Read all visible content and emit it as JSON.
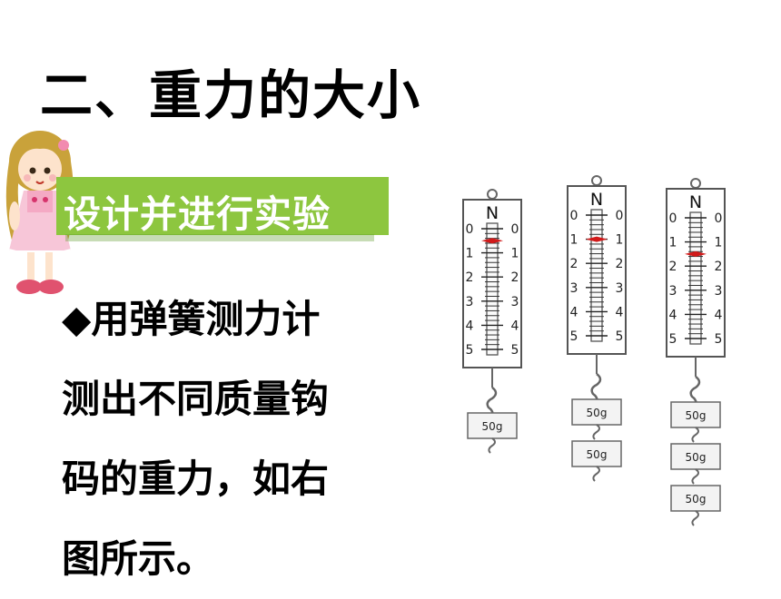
{
  "title": "二、重力的大小",
  "banner": {
    "label": "设计并进行实验"
  },
  "body": {
    "bullet": "◆",
    "lines": [
      "用弹簧测力计",
      "测出不同质量钩",
      "码的重力，如右",
      "图所示。"
    ]
  },
  "icons": {
    "girl": "cartoon-girl-icon"
  },
  "colors": {
    "banner": "#8dc63f",
    "pointer": "#d11a1a"
  },
  "scale": {
    "unit": "N",
    "ticks": [
      "0",
      "1",
      "2",
      "3",
      "4",
      "5"
    ]
  },
  "balances": [
    {
      "reading_N": 0.5,
      "weights": [
        "50g"
      ]
    },
    {
      "reading_N": 1.0,
      "weights": [
        "50g",
        "50g"
      ]
    },
    {
      "reading_N": 1.5,
      "weights": [
        "50g",
        "50g",
        "50g"
      ]
    }
  ]
}
